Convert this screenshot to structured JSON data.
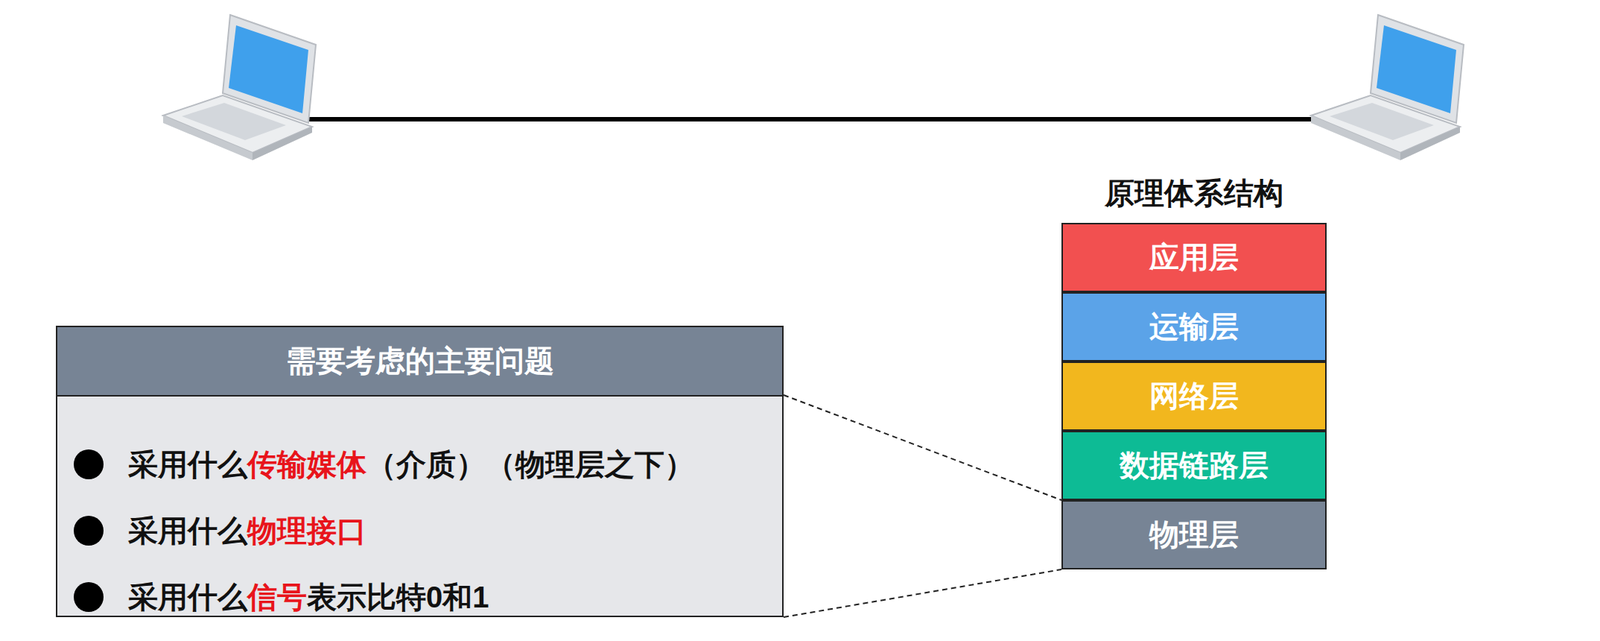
{
  "diagram": {
    "title": "原理体系结构",
    "nodes": [
      {
        "text": [
          "应用层"
        ]
      },
      {
        "text": [
          "运输层"
        ]
      },
      {
        "text": [
          "网络层"
        ]
      },
      {
        "text": [
          "数据链路层"
        ]
      },
      {
        "text": [
          "物理层"
        ]
      },
      {
        "text": [
          "需要考虑的主要问题",
          "采用什么传输媒体（介质）（物理层之下）",
          "采用什么物理接口",
          "采用什么信号表示比特0和1"
        ]
      }
    ],
    "edges": [
      {
        "from": 5,
        "to": 4,
        "arrow": "none"
      }
    ]
  }
}
